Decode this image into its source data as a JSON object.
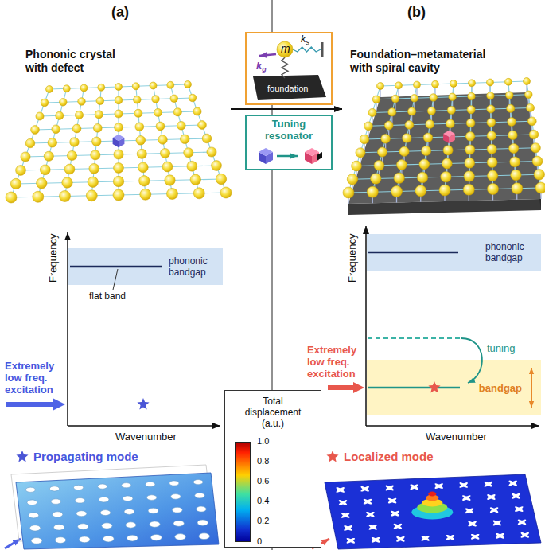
{
  "diagram": {
    "nodes": [
      {
        "text": [
          "Phononic crystal with defect"
        ]
      },
      {
        "text": [
          "m",
          "ks",
          "kg",
          "foundation"
        ]
      },
      {
        "text": [
          "Tuning resonator"
        ]
      },
      {
        "text": [
          "Foundation–metamaterial with spiral cavity"
        ]
      },
      {
        "text": [
          "phononic bandgap"
        ]
      },
      {
        "text": [
          "phononic bandgap"
        ]
      },
      {
        "text": [
          "bandgap"
        ]
      },
      {
        "text": [
          "Total displacement (a.u.)"
        ]
      }
    ],
    "edges": [
      {
        "from": 0,
        "to": 3,
        "arrow": "to"
      }
    ],
    "labels": [
      "(a)",
      "(b)",
      "Frequency",
      "flat band",
      "Extremely low freq. excitation",
      "Wavenumber",
      "Frequency",
      "tuning",
      "Extremely low freq. excitation",
      "Wavenumber",
      "Propagating mode",
      "Localized mode",
      "1.0",
      "0.8",
      "0.6",
      "0.4",
      "0.2",
      "0"
    ]
  }
}
